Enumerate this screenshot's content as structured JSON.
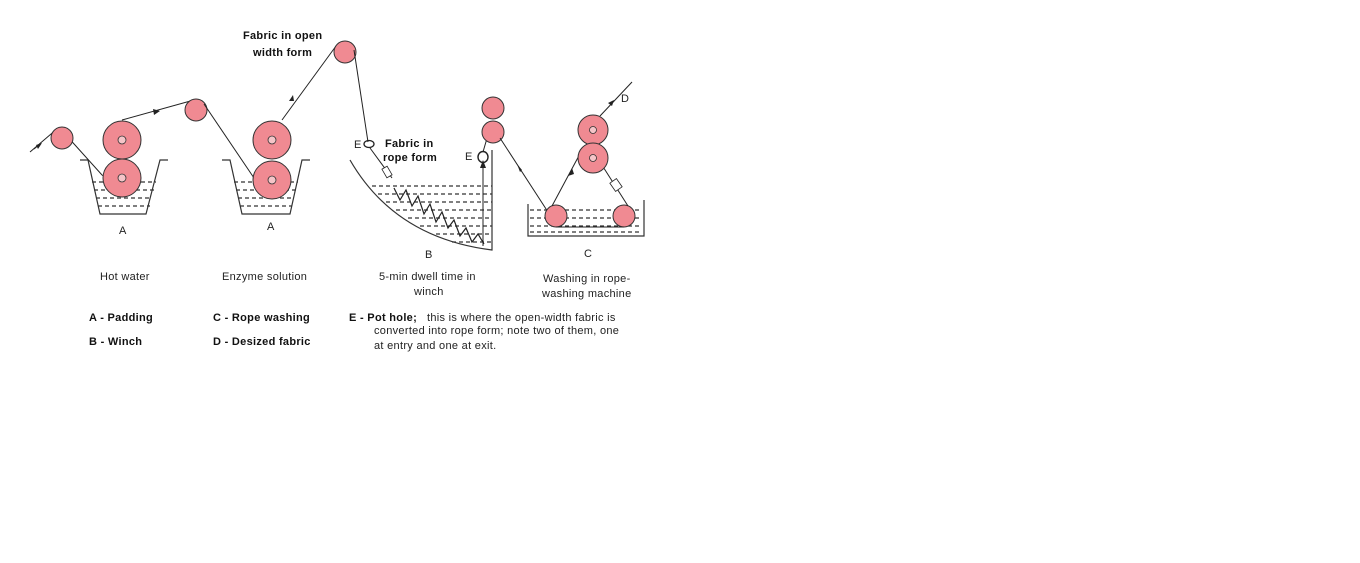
{
  "colors": {
    "roller_fill": "#f08a92",
    "line": "#222222"
  },
  "callouts": {
    "open_width_line1": "Fabric in open",
    "open_width_line2": "width form",
    "rope_form_line1": "Fabric in",
    "rope_form_line2": "rope form"
  },
  "letters": {
    "a1": "A",
    "a2": "A",
    "b": "B",
    "c": "C",
    "d": "D",
    "e1": "E",
    "e2": "E"
  },
  "stages": {
    "hot_water": "Hot water",
    "enzyme": "Enzyme solution",
    "dwell_line1": "5-min dwell time in",
    "dwell_line2": "winch",
    "washing_line1": "Washing in rope-",
    "washing_line2": "washing machine"
  },
  "legend": {
    "a": "A - Padding",
    "b": "B - Winch",
    "c": "C - Rope washing",
    "d": "D - Desized fabric",
    "e_key": "E -  Pot hole;",
    "e_line1": "this is where the open-width fabric is",
    "e_line2": "converted into rope form; note two of them, one",
    "e_line3": "at entry and one at exit."
  }
}
